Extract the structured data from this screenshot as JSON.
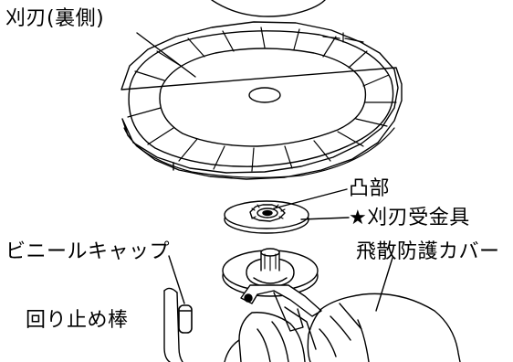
{
  "labels": {
    "blade_back": "刈刃(裏側)",
    "boss": "凸部",
    "blade_holder": "★刈刃受金具",
    "vinyl_cap": "ビニールキャップ",
    "scatter_cover": "飛散防護カバー",
    "rotation_stop": "回り止め棒"
  },
  "colors": {
    "line": "#000000",
    "fill": "#ffffff",
    "shade": "#e6e6e6"
  }
}
